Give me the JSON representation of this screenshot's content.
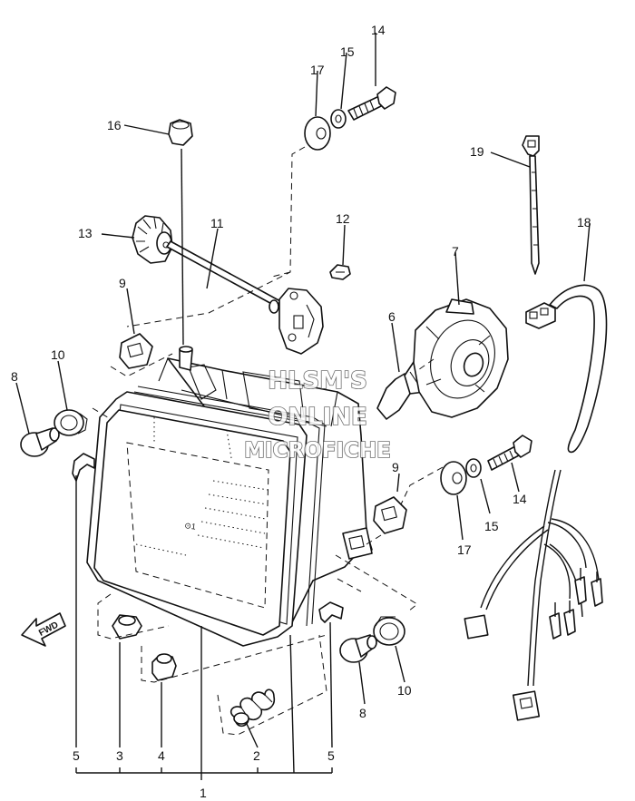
{
  "callouts": {
    "p1": "1",
    "p2": "2",
    "p3": "3",
    "p4": "4",
    "p5": "5",
    "p6": "6",
    "p7": "7",
    "p8": "8",
    "p9": "9",
    "p10": "10",
    "p11": "11",
    "p12": "12",
    "p13": "13",
    "p14": "14",
    "p15": "15",
    "p16": "16",
    "p17": "17",
    "p18": "18",
    "p19": "19"
  },
  "direction_label": "FWD",
  "watermark": {
    "line1": "HLSM'S",
    "line2": "ONLINE",
    "line3": "MICROFICHE"
  }
}
